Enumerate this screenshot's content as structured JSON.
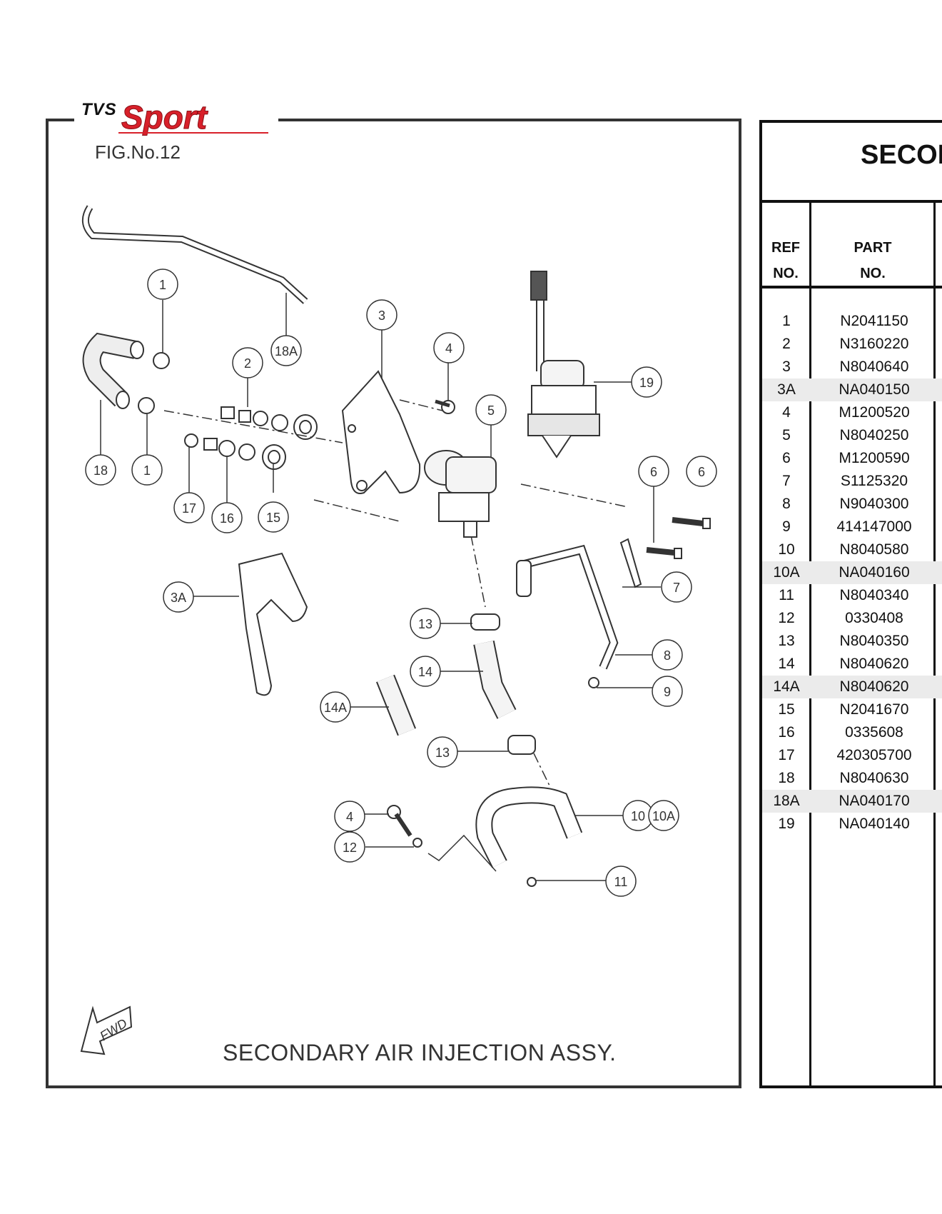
{
  "brand": {
    "prefix": "TVS",
    "name": "Sport"
  },
  "figure": {
    "label": "FIG.No.12",
    "caption": "SECONDARY AIR INJECTION ASSY.",
    "fwd_label": "FWD",
    "callouts": [
      "1",
      "1",
      "2",
      "3",
      "3A",
      "4",
      "4",
      "5",
      "6",
      "6",
      "7",
      "8",
      "9",
      "10",
      "10A",
      "11",
      "12",
      "13",
      "13",
      "14",
      "14A",
      "15",
      "16",
      "17",
      "18",
      "18A",
      "19"
    ]
  },
  "table": {
    "title_visible": "SECON",
    "headers": {
      "ref_line1": "REF",
      "ref_line2": "NO.",
      "part_line1": "PART",
      "part_line2": "NO."
    },
    "rows": [
      {
        "ref": "1",
        "part": "N2041150",
        "shaded": false
      },
      {
        "ref": "2",
        "part": "N3160220",
        "shaded": false
      },
      {
        "ref": "3",
        "part": "N8040640",
        "shaded": false
      },
      {
        "ref": "3A",
        "part": "NA040150",
        "shaded": true
      },
      {
        "ref": "4",
        "part": "M1200520",
        "shaded": false
      },
      {
        "ref": "5",
        "part": "N8040250",
        "shaded": false
      },
      {
        "ref": "6",
        "part": "M1200590",
        "shaded": false
      },
      {
        "ref": "7",
        "part": "S1125320",
        "shaded": false
      },
      {
        "ref": "8",
        "part": "N9040300",
        "shaded": false
      },
      {
        "ref": "9",
        "part": "414147000",
        "shaded": false
      },
      {
        "ref": "10",
        "part": "N8040580",
        "shaded": false
      },
      {
        "ref": "10A",
        "part": "NA040160",
        "shaded": true
      },
      {
        "ref": "11",
        "part": "N8040340",
        "shaded": false
      },
      {
        "ref": "12",
        "part": "0330408",
        "shaded": false
      },
      {
        "ref": "13",
        "part": "N8040350",
        "shaded": false
      },
      {
        "ref": "14",
        "part": "N8040620",
        "shaded": false
      },
      {
        "ref": "14A",
        "part": "N8040620",
        "shaded": true
      },
      {
        "ref": "15",
        "part": "N2041670",
        "shaded": false
      },
      {
        "ref": "16",
        "part": "0335608",
        "shaded": false
      },
      {
        "ref": "17",
        "part": "420305700",
        "shaded": false
      },
      {
        "ref": "18",
        "part": "N8040630",
        "shaded": false
      },
      {
        "ref": "18A",
        "part": "NA040170",
        "shaded": true
      },
      {
        "ref": "19",
        "part": "NA040140",
        "shaded": false
      }
    ]
  }
}
